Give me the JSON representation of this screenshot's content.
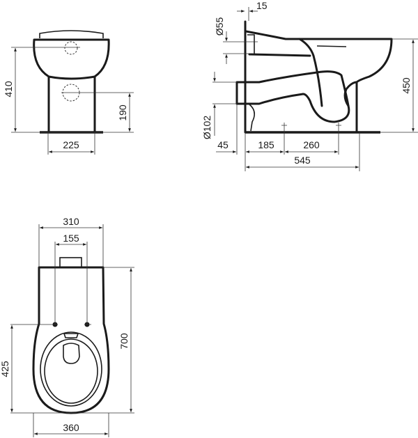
{
  "drawing": {
    "front_view": {
      "height_to_inlet": "410",
      "outlet_height": "190",
      "base_width": "225"
    },
    "side_view": {
      "wall_offset": "15",
      "inlet_diameter": "Ø55",
      "outlet_diameter": "Ø102",
      "overall_height": "450",
      "outlet_projection": "45",
      "wall_to_first_fixing": "185",
      "fixing_spacing": "260",
      "overall_depth": "545"
    },
    "plan_view": {
      "tank_width": "310",
      "fixing_hole_spacing": "155",
      "overall_length": "700",
      "hole_to_front": "425",
      "bowl_width": "360"
    }
  }
}
